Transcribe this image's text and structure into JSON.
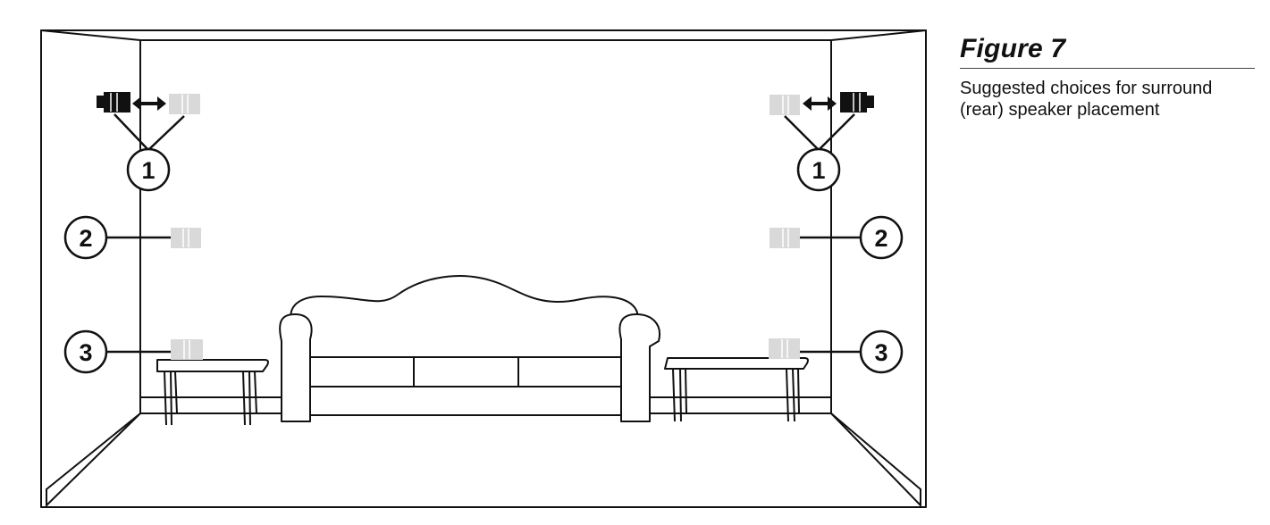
{
  "caption": {
    "title": "Figure 7",
    "description": "Suggested choices for surround (rear) speaker placement"
  },
  "positions": [
    {
      "label": "1"
    },
    {
      "label": "2"
    },
    {
      "label": "3"
    }
  ],
  "colors": {
    "line": "#111111",
    "speaker_active": "#111111",
    "speaker_ghost": "#d9d9d9",
    "background": "#ffffff"
  },
  "icons": [
    "speaker-icon",
    "double-arrow-icon",
    "sofa",
    "side-table"
  ]
}
